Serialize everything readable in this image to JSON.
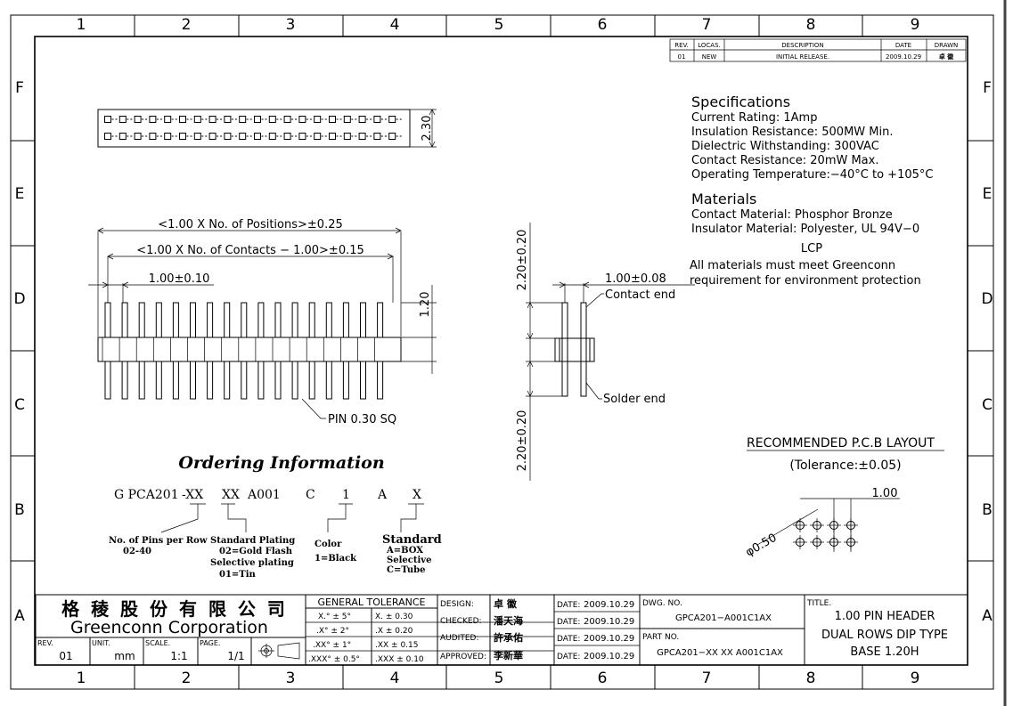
{
  "zones": {
    "cols": [
      "1",
      "2",
      "3",
      "4",
      "5",
      "6",
      "7",
      "8",
      "9"
    ],
    "rows": [
      "F",
      "E",
      "D",
      "C",
      "B",
      "A"
    ]
  },
  "revision_block": {
    "headers": [
      "REV.",
      "LOCAS.",
      "DESCRIPTION",
      "DATE",
      "DRAWN"
    ],
    "row": [
      "01",
      "NEW",
      "INITIAL RELEASE.",
      "2009.10.29",
      "卓 徽"
    ]
  },
  "specifications": {
    "title": "Specifications",
    "lines": [
      "Current Rating:   1Amp",
      "Insulation Resistance:   500MW Min.",
      "Dielectric Withstanding: 300VAC",
      "Contact Resistance:   20mW Max.",
      "Operating Temperature:−40°C to +105°C"
    ]
  },
  "materials": {
    "title": "Materials",
    "lines": [
      "Contact Material: Phosphor Bronze",
      "Insulator Material: Polyester, UL 94V−0"
    ],
    "lcp": "LCP",
    "note_lines": [
      "All materials must meet Greenconn",
      "requirement for environment protection"
    ]
  },
  "dimensions": {
    "height_top": "2.30",
    "positions": "<1.00 X No. of Positions>±0.25",
    "contacts": "<1.00 X No. of Contacts − 1.00>±0.15",
    "pitch": "1.00±0.10",
    "upper_pin": "1.20",
    "pin_note": "PIN 0.30 SQ",
    "side_upper": "2.20±0.20",
    "side_lower": "2.20±0.20",
    "side_pitch": "1.00±0.08",
    "contact_end": "Contact end",
    "solder_end": "Solder end"
  },
  "pcb": {
    "title": "RECOMMENDED P.C.B LAYOUT",
    "tolerance": "(Tolerance:±0.05)",
    "pitch": "1.00",
    "hole": "φ0.50"
  },
  "ordering": {
    "title": "Ordering Information",
    "code_parts": [
      "G PCA201",
      "-XX",
      "XX",
      "A001",
      "C",
      "1",
      "A",
      "X"
    ],
    "pins_lines": [
      "No. of Pins per Row",
      "02-40"
    ],
    "plating_lines": [
      "Standard Plating",
      "02=Gold Flash",
      "Selective plating",
      "01=Tin"
    ],
    "color_lines": [
      "Color",
      "1=Black"
    ],
    "pack_lines": [
      "Standard",
      "A=BOX",
      "Selective",
      "C=Tube"
    ]
  },
  "title_block": {
    "company_cn": "格 稜 股 份 有 限 公 司",
    "company_en": "Greenconn  Corporation",
    "rev_label": "REV.",
    "rev": "01",
    "unit_label": "UNIT.",
    "unit": "mm",
    "scale_label": "SCALE.",
    "scale": "1:1",
    "page_label": "PAGE.",
    "page": "1/1",
    "tolerance_title": "GENERAL  TOLERANCE",
    "tolerance_rows": [
      [
        "X.° ± 5°",
        "X.    ± 0.30"
      ],
      [
        ".X° ± 2°",
        ".X    ± 0.20"
      ],
      [
        ".XX° ± 1°",
        ".XX   ± 0.15"
      ],
      [
        ".XXX° ± 0.5°",
        ".XXX  ± 0.10"
      ]
    ],
    "roles": [
      [
        "DESIGN:",
        "卓  徽"
      ],
      [
        "CHECKED:",
        "潘天海"
      ],
      [
        "AUDITED:",
        "許承佑"
      ],
      [
        "APPROVED:",
        "李新華"
      ]
    ],
    "dates": [
      [
        "DATE:",
        "2009.10.29"
      ],
      [
        "DATE:",
        "2009.10.29"
      ],
      [
        "DATE:",
        "2009.10.29"
      ],
      [
        "DATE:",
        "2009.10.29"
      ]
    ],
    "dwg_label": "DWG. NO.",
    "dwg_no": "GPCA201−A001C1AX",
    "part_label": "PART NO.",
    "part_no": "GPCA201−XX XX A001C1AX",
    "title_label": "TITLE.",
    "title_lines": [
      "1.00 PIN HEADER",
      "DUAL ROWS DIP TYPE",
      "BASE 1.20H"
    ]
  }
}
